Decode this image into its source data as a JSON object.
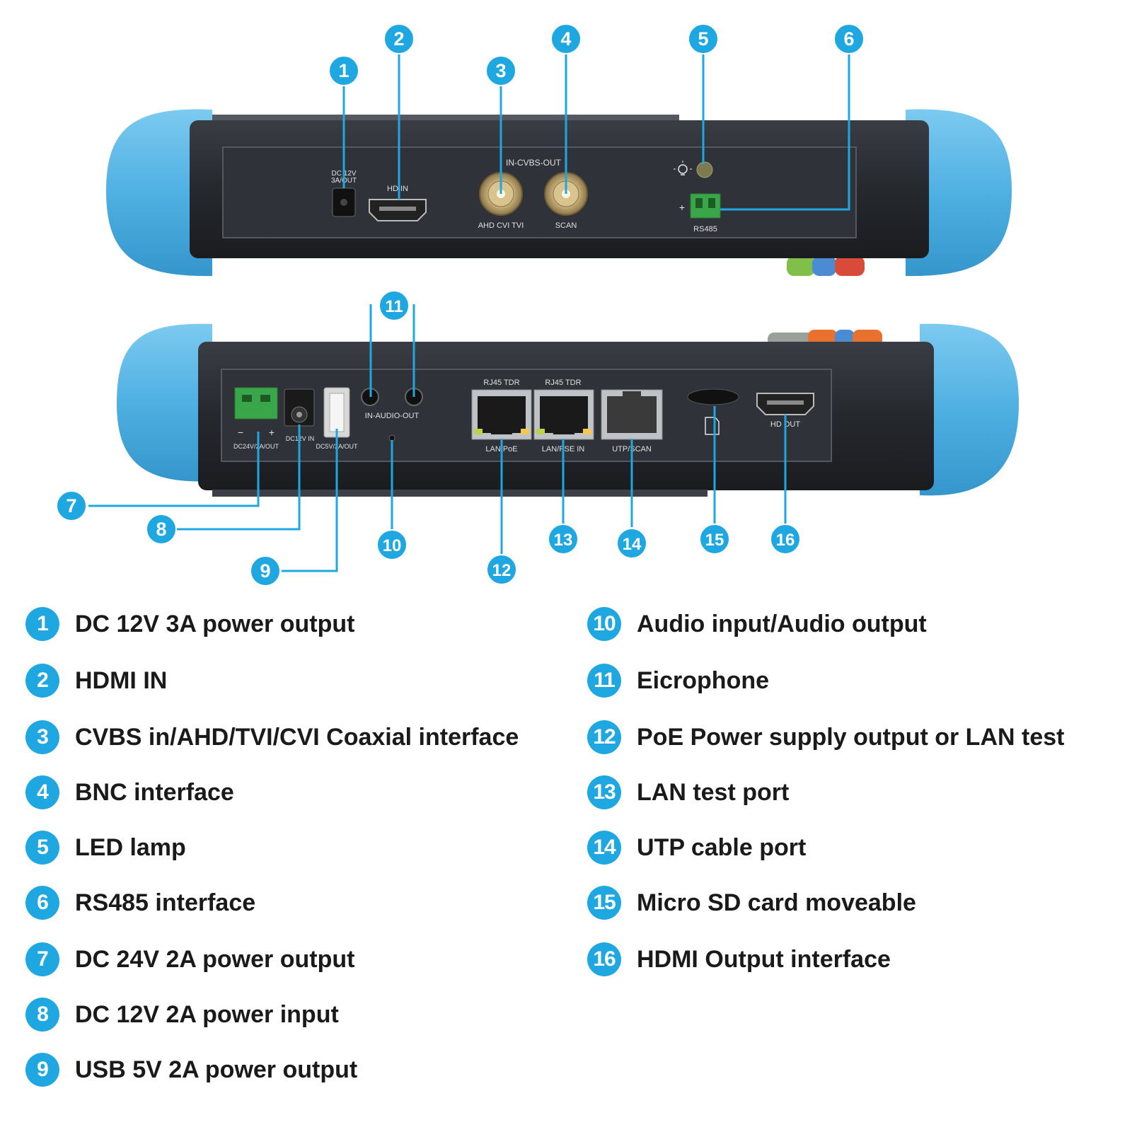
{
  "device_top": {
    "ports": {
      "dc_out_label": "DC 12V\n3A/OUT",
      "hdmi_in_label": "HD IN",
      "bnc_group_label": "IN-CVBS-OUT",
      "bnc1_label": "AHD  CVI  TVI",
      "bnc2_label": "SCAN",
      "rs485_label": "RS485",
      "rs485_plus": "+"
    }
  },
  "device_bottom": {
    "ports": {
      "dc24_label": "DC24V/2A/OUT",
      "dc24_minus": "−",
      "dc24_plus": "+",
      "dc12in_label": "DC12V IN",
      "usb_label": "DC5V/2A/OUT",
      "audio_label": "IN-AUDIO-OUT",
      "rj45_tdr1": "RJ45 TDR",
      "rj45_tdr2": "RJ45 TDR",
      "lan_poe_label": "LAN/PoE",
      "lan_pse_label": "LAN/PSE IN",
      "utp_label": "UTP/SCAN",
      "hdmi_out_label": "HD OUT"
    }
  },
  "callouts": [
    "1",
    "2",
    "3",
    "4",
    "5",
    "6",
    "7",
    "8",
    "9",
    "10",
    "11",
    "12",
    "13",
    "14",
    "15",
    "16"
  ],
  "legend": [
    {
      "num": "1",
      "text": "DC 12V 3A power output"
    },
    {
      "num": "2",
      "text": "HDMI IN"
    },
    {
      "num": "3",
      "text": "CVBS in/AHD/TVI/CVI Coaxial interface"
    },
    {
      "num": "4",
      "text": "BNC interface"
    },
    {
      "num": "5",
      "text": "LED lamp"
    },
    {
      "num": "6",
      "text": "RS485 interface"
    },
    {
      "num": "7",
      "text": "DC 24V 2A power output"
    },
    {
      "num": "8",
      "text": "DC 12V 2A power input"
    },
    {
      "num": "9",
      "text": "USB 5V 2A power output"
    },
    {
      "num": "10",
      "text": "Audio input/Audio output"
    },
    {
      "num": "11",
      "text": "Eicrophone"
    },
    {
      "num": "12",
      "text": "PoE Power supply output or LAN test"
    },
    {
      "num": "13",
      "text": " LAN test port"
    },
    {
      "num": "14",
      "text": "UTP cable port"
    },
    {
      "num": "15",
      "text": "Micro SD card moveable"
    },
    {
      "num": "16",
      "text": "HDMI Output interface"
    }
  ],
  "colors": {
    "accent": "#1ea7e1",
    "bumper": "#5cb8e6",
    "body": "#2a2d33",
    "panel": "#33363c",
    "terminal": "#3aa64a"
  }
}
